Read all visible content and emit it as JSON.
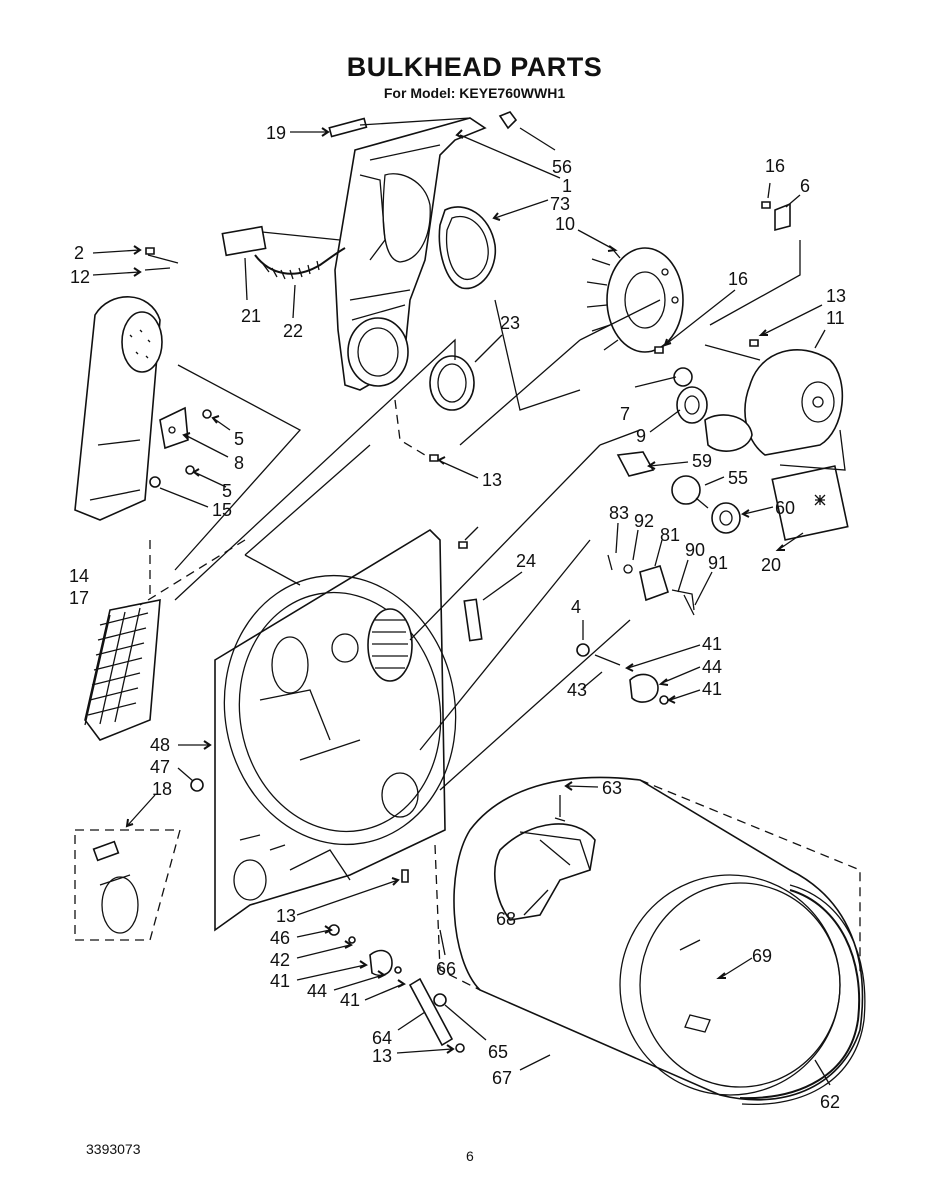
{
  "title": "BULKHEAD PARTS",
  "subtitle": "For Model: KEYE760WWH1",
  "doc_number": "3393073",
  "page_number": "6",
  "callouts": {
    "c19": "19",
    "c56": "56",
    "c1": "1",
    "c73": "73",
    "c10": "10",
    "c16a": "16",
    "c6": "6",
    "c2": "2",
    "c12": "12",
    "c21": "21",
    "c22": "22",
    "c16b": "16",
    "c13a": "13",
    "c11": "11",
    "c23": "23",
    "c5a": "5",
    "c8": "8",
    "c5b": "5",
    "c15": "15",
    "c7": "7",
    "c9": "9",
    "c13b": "13",
    "c59": "59",
    "c55": "55",
    "c83": "83",
    "c92": "92",
    "c81": "81",
    "c90": "90",
    "c91": "91",
    "c60": "60",
    "c20": "20",
    "c14": "14",
    "c17": "17",
    "c24": "24",
    "c4": "4",
    "c41a": "41",
    "c44a": "44",
    "c41b": "41",
    "c43": "43",
    "c48": "48",
    "c47": "47",
    "c18": "18",
    "c63": "63",
    "c68": "68",
    "c69": "69",
    "c13c": "13",
    "c46": "46",
    "c42": "42",
    "c41c": "41",
    "c44b": "44",
    "c41d": "41",
    "c66": "66",
    "c64": "64",
    "c65": "65",
    "c13d": "13",
    "c67": "67",
    "c62": "62"
  }
}
